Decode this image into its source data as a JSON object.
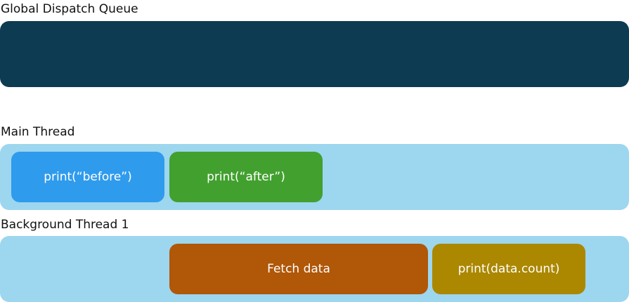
{
  "lanes": {
    "global": {
      "label": "Global Dispatch Queue",
      "color": "#0d3b51"
    },
    "main": {
      "label": "Main Thread",
      "color": "#9dd6ef",
      "tasks": [
        {
          "label": "print(“before”)",
          "color": "#2f9bed"
        },
        {
          "label": "print(“after”)",
          "color": "#42a02f"
        }
      ]
    },
    "background": {
      "label": "Background Thread 1",
      "color": "#9dd6ef",
      "tasks": [
        {
          "label": "Fetch data",
          "color": "#b05708"
        },
        {
          "label": "print(data.count)",
          "color": "#ab8800"
        }
      ]
    }
  }
}
